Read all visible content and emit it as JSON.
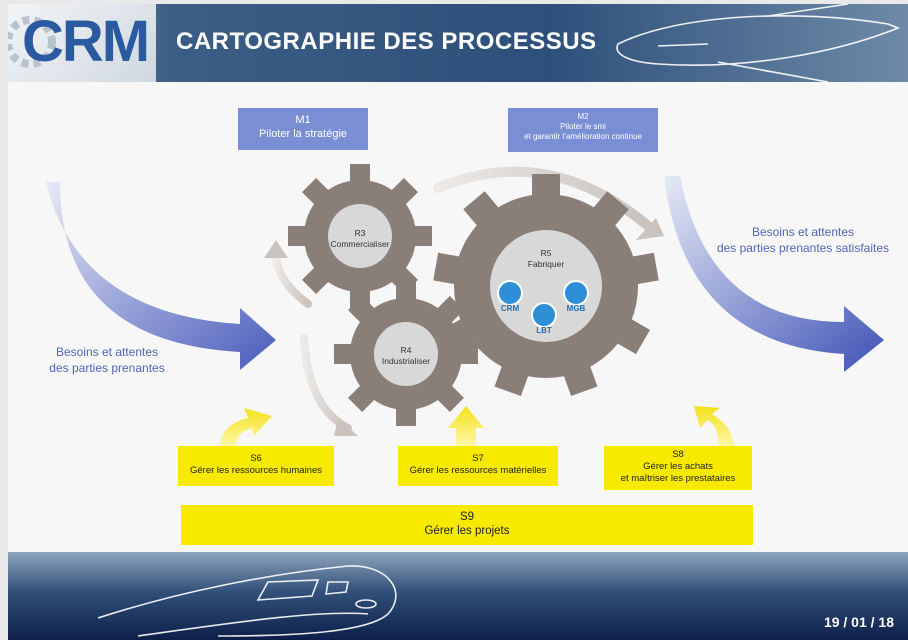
{
  "header": {
    "logo_text": "CRM",
    "title": "CARTOGRAPHIE DES PROCESSUS"
  },
  "management": [
    {
      "code": "M1",
      "label": "Piloter la stratégie"
    },
    {
      "code": "M2",
      "label_line1": "Piloter le smi",
      "label_line2": "et garantir l’amélioration continue"
    }
  ],
  "inputs": {
    "line1": "Besoins et attentes",
    "line2": "des parties prenantes"
  },
  "outputs": {
    "line1": "Besoins et attentes",
    "line2": "des parties prenantes satisfaites"
  },
  "gears": [
    {
      "code": "R3",
      "label": "Commercialiser"
    },
    {
      "code": "R4",
      "label": "Industrialiser"
    },
    {
      "code": "R5",
      "label": "Fabriquer"
    }
  ],
  "plants": [
    "CRM",
    "LBT",
    "MGB"
  ],
  "support": [
    {
      "code": "S6",
      "label": "Gérer les ressources humaines"
    },
    {
      "code": "S7",
      "label": "Gérer les ressources matérielles"
    },
    {
      "code": "S8",
      "label_line1": "Gérer les achats",
      "label_line2": "et maîtriser les prestataires"
    },
    {
      "code": "S9",
      "label": "Gérer les projets"
    }
  ],
  "footer": {
    "date": "19 / 01 / 18"
  },
  "colors": {
    "management": "#7a8ed3",
    "support": "#f7ea00",
    "gear": "#8a7e79",
    "arrow": "#5364b4",
    "header": "#2d4f7a"
  },
  "icons": [
    "factory-icon",
    "gear-icon",
    "train-icon",
    "airplane-icon"
  ]
}
